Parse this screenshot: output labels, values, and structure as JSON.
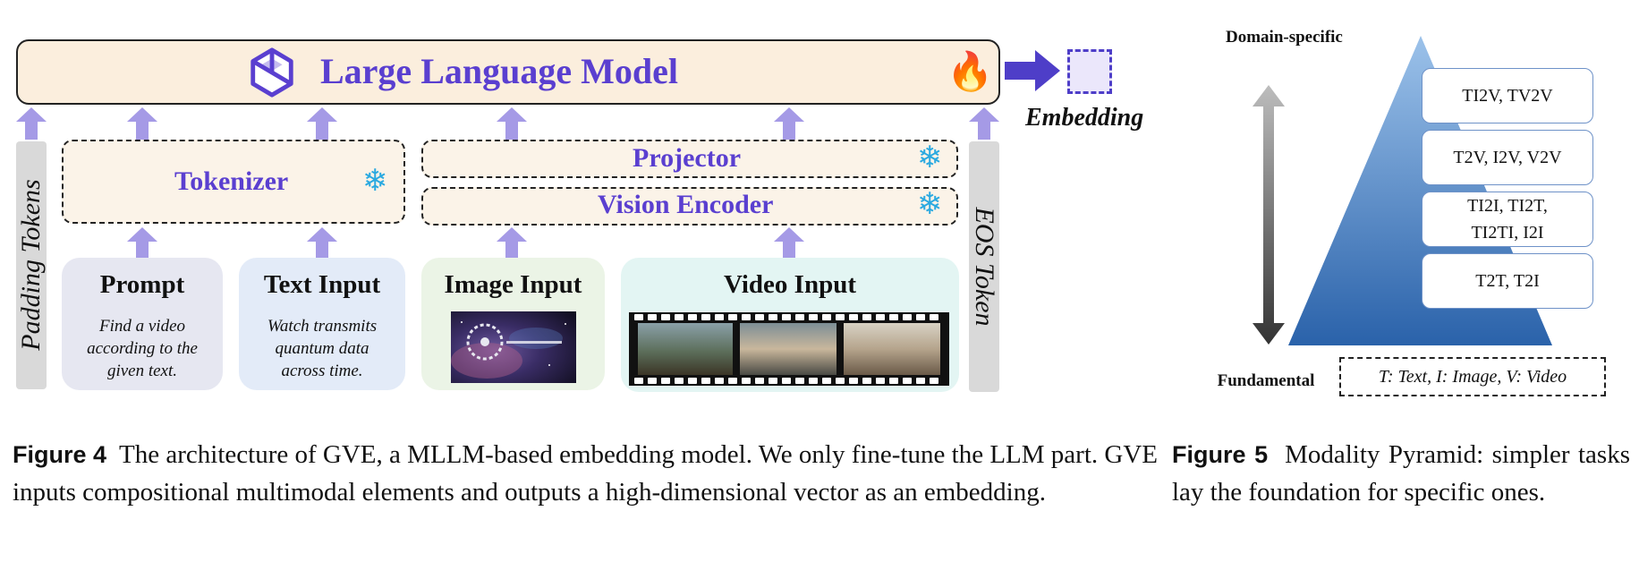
{
  "figure4": {
    "llm_title": "Large Language Model",
    "embedding_label": "Embedding",
    "padding_tokens_label": "Padding Tokens",
    "eos_token_label": "EOS Token",
    "tokenizer_label": "Tokenizer",
    "projector_label": "Projector",
    "vision_encoder_label": "Vision Encoder",
    "inputs": {
      "prompt": {
        "title": "Prompt",
        "text": "Find a video according to the given text."
      },
      "text_input": {
        "title": "Text Input",
        "text": "Watch transmits quantum data across time."
      },
      "image_input": {
        "title": "Image Input"
      },
      "video_input": {
        "title": "Video Input"
      }
    },
    "caption_label": "Figure 4",
    "caption_text": "The architecture of GVE, a MLLM-based embedding model. We only fine-tune the LLM part. GVE inputs compositional multimodal elements and outputs a high-dimensional vector as an embedding."
  },
  "figure5": {
    "top_label": "Domain-specific",
    "bottom_label": "Fundamental",
    "levels": [
      "TI2V, TV2V",
      "T2V, I2V, V2V",
      "TI2I, TI2T, TI2TI, I2I",
      "T2T, T2I"
    ],
    "legend": "T: Text, I: Image, V: Video",
    "caption_label": "Figure 5",
    "caption_text": "Modality Pyramid: simpler tasks lay the foundation for specific ones."
  },
  "colors": {
    "accent_purple": "#5a3fd0",
    "arrow_purple": "#a59ae6",
    "llm_bg": "#fbeedd",
    "pyramid_blue": "#2f6db3"
  },
  "icons": [
    "qwen-logo-icon",
    "fire-icon",
    "snowflake-icon",
    "arrow-up-icon",
    "arrow-right-icon",
    "vertical-double-arrow-icon"
  ]
}
